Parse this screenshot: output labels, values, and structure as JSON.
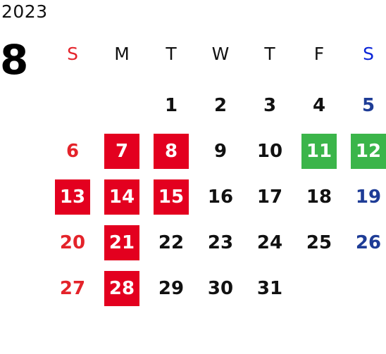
{
  "calendar": {
    "year": "2023",
    "month": "8",
    "weekdays": [
      "S",
      "M",
      "T",
      "W",
      "T",
      "F",
      "S"
    ],
    "weeks": [
      [
        {
          "label": "",
          "style": "empty"
        },
        {
          "label": "",
          "style": "empty"
        },
        {
          "label": "1",
          "style": "normal"
        },
        {
          "label": "2",
          "style": "normal"
        },
        {
          "label": "3",
          "style": "normal"
        },
        {
          "label": "4",
          "style": "normal"
        },
        {
          "label": "5",
          "style": "saturday"
        }
      ],
      [
        {
          "label": "6",
          "style": "sunday"
        },
        {
          "label": "7",
          "style": "red-bg"
        },
        {
          "label": "8",
          "style": "red-bg"
        },
        {
          "label": "9",
          "style": "normal"
        },
        {
          "label": "10",
          "style": "normal"
        },
        {
          "label": "11",
          "style": "green-bg"
        },
        {
          "label": "12",
          "style": "green-bg"
        }
      ],
      [
        {
          "label": "13",
          "style": "red-bg"
        },
        {
          "label": "14",
          "style": "red-bg"
        },
        {
          "label": "15",
          "style": "red-bg"
        },
        {
          "label": "16",
          "style": "normal"
        },
        {
          "label": "17",
          "style": "normal"
        },
        {
          "label": "18",
          "style": "normal"
        },
        {
          "label": "19",
          "style": "saturday"
        }
      ],
      [
        {
          "label": "20",
          "style": "sunday"
        },
        {
          "label": "21",
          "style": "red-bg"
        },
        {
          "label": "22",
          "style": "normal"
        },
        {
          "label": "23",
          "style": "normal"
        },
        {
          "label": "24",
          "style": "normal"
        },
        {
          "label": "25",
          "style": "normal"
        },
        {
          "label": "26",
          "style": "saturday"
        }
      ],
      [
        {
          "label": "27",
          "style": "sunday"
        },
        {
          "label": "28",
          "style": "red-bg"
        },
        {
          "label": "29",
          "style": "normal"
        },
        {
          "label": "30",
          "style": "normal"
        },
        {
          "label": "31",
          "style": "normal"
        },
        {
          "label": "",
          "style": "empty"
        },
        {
          "label": "",
          "style": "empty"
        }
      ]
    ],
    "colors": {
      "holiday_red": "#e3001f",
      "highlight_green": "#3bb54a",
      "sunday_text": "#e4232a",
      "saturday_text": "#1e3c96",
      "saturday_header": "#0a24d8"
    }
  }
}
